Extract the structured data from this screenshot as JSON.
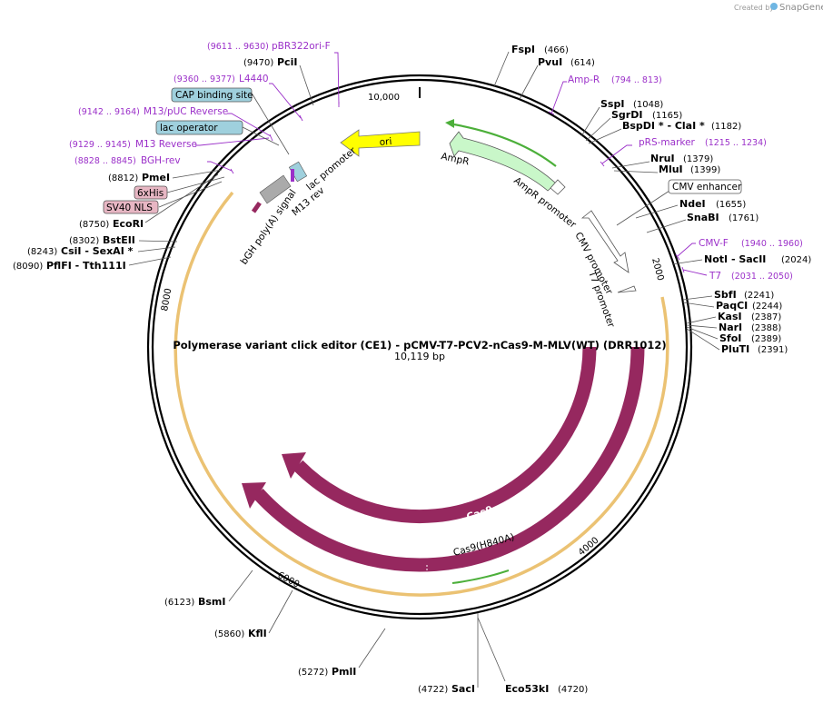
{
  "credit": {
    "prefix": "Created by",
    "brand": "SnapGene"
  },
  "plasmid": {
    "title": "Polymerase variant click editor (CE1) - pCMV-T7-PCV2-nCas9-M-MLV(WT) (DRR1012)",
    "length": "10,119 bp"
  },
  "ticks": [
    "10,000",
    "2000",
    "4000",
    "6000",
    "8000"
  ],
  "enzymes_right": [
    {
      "name": "FspI",
      "pos": "(466)"
    },
    {
      "name": "PvuI",
      "pos": "(614)"
    },
    {
      "name": "SspI",
      "pos": "(1048)"
    },
    {
      "name": "SgrDI",
      "pos": "(1165)"
    },
    {
      "name": "BspDI * - ClaI *",
      "pos": "(1182)"
    },
    {
      "name": "NruI",
      "pos": "(1379)"
    },
    {
      "name": "MluI",
      "pos": "(1399)"
    },
    {
      "name": "NdeI",
      "pos": "(1655)"
    },
    {
      "name": "SnaBI",
      "pos": "(1761)"
    },
    {
      "name": "NotI  - SacII",
      "pos": "(2024)"
    },
    {
      "name": "SbfI",
      "pos": "(2241)"
    },
    {
      "name": "PaqCI",
      "pos": "(2244)"
    },
    {
      "name": "KasI",
      "pos": "(2387)"
    },
    {
      "name": "NarI",
      "pos": "(2388)"
    },
    {
      "name": "SfoI",
      "pos": "(2389)"
    },
    {
      "name": "PluTI",
      "pos": "(2391)"
    }
  ],
  "enzymes_bottom": [
    {
      "name": "SacI",
      "pos": "(4722)"
    },
    {
      "name": "Eco53kI",
      "pos": "(4720)"
    },
    {
      "name": "PmlI",
      "pos": "(5272)"
    },
    {
      "name": "KflI",
      "pos": "(5860)"
    },
    {
      "name": "BsmI",
      "pos": "(6123)"
    }
  ],
  "enzymes_left": [
    {
      "name": "PciI",
      "pos": "(9470)"
    },
    {
      "name": "PmeI",
      "pos": "(8812)"
    },
    {
      "name": "EcoRI",
      "pos": "(8750)"
    },
    {
      "name": "BstEII",
      "pos": "(8302)"
    },
    {
      "name": "CsiI  - SexAI *",
      "pos": "(8243)"
    },
    {
      "name": "PflFI  - Tth111I",
      "pos": "(8090)"
    }
  ],
  "primers": [
    {
      "name": "pBR322ori-F",
      "range": "(9611 .. 9630)"
    },
    {
      "name": "L4440",
      "range": "(9360 .. 9377)"
    },
    {
      "name": "M13/pUC Reverse",
      "range": "(9142 .. 9164)"
    },
    {
      "name": "M13 Reverse",
      "range": "(9129 .. 9145)"
    },
    {
      "name": "BGH-rev",
      "range": "(8828 .. 8845)"
    },
    {
      "name": "Amp-R",
      "range": "(794 .. 813)"
    },
    {
      "name": "pRS-marker",
      "range": "(1215 .. 1234)"
    },
    {
      "name": "CMV-F",
      "range": "(1940 .. 1960)"
    },
    {
      "name": "T7",
      "range": "(2031 .. 2050)"
    }
  ],
  "boxed": [
    {
      "name": "CAP binding site",
      "color": "#9fd0dd"
    },
    {
      "name": "lac operator",
      "color": "#9fd0dd"
    },
    {
      "name": "6xHis",
      "color": "#e7b6c3"
    },
    {
      "name": "SV40 NLS",
      "color": "#e7b6c3"
    },
    {
      "name": "CMV enhancer",
      "color": "#ffffff"
    }
  ],
  "features": {
    "ori": "ori",
    "ampr": "AmpR",
    "ampr_promoter": "AmpR promoter",
    "cmv_promoter": "CMV promoter",
    "t7_promoter": "T7 promoter",
    "lac_promoter": "lac promoter",
    "m13_rev": "M13 rev",
    "bgh": "bGH poly(A) signal",
    "cas9": "Cas9",
    "cas9_h840a": "Cas9(H840A)"
  },
  "colors": {
    "cas9": "#96285f",
    "ori": "#ffff00",
    "ampr": "#c9f7c9",
    "orf": "#e8b75a",
    "primer": "#9b30c9"
  }
}
